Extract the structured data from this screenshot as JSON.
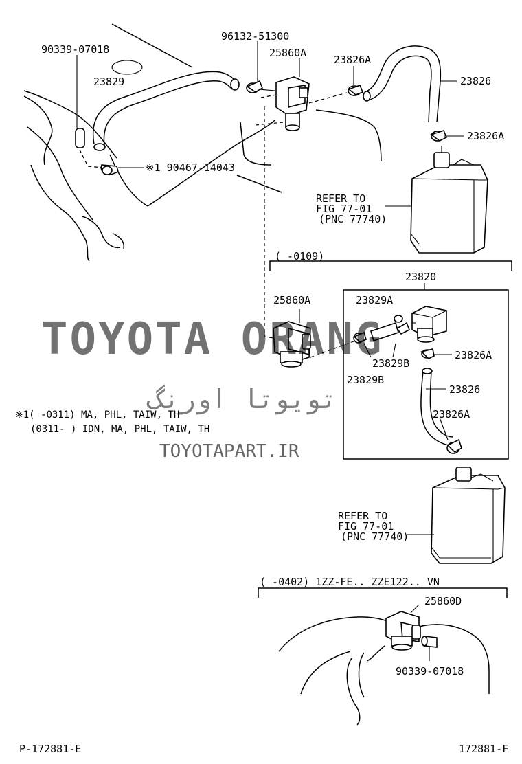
{
  "labels": {
    "p90339_top": "90339-07018",
    "p96132": "96132-51300",
    "p25860a_top": "25860A",
    "p23826a_top": "23826A",
    "p23829_top": "23829",
    "p23826_top": "23826",
    "p23826a_right": "23826A",
    "p90467": "※1 90467-14043",
    "refer1_line1": "REFER TO",
    "refer1_line2": "FIG 77-01",
    "refer1_line3": "(PNC 77740)",
    "range_0109": "(      -0109)",
    "p23820": "23820",
    "p25860a_mid": "25860A",
    "p23829a": "23829A",
    "p23826a_mid": "23826A",
    "p23829b_right": "23829B",
    "p23829b_left": "23829B",
    "p23826_mid": "23826",
    "p23826a_low": "23826A",
    "refer2_line1": "REFER TO",
    "refer2_line2": "FIG 77-01",
    "refer2_line3": "(PNC 77740)",
    "range_0402": "(      -0402) 1ZZ-FE.. ZZE122.. VN",
    "p25860d": "25860D",
    "p90339_bottom": "90339-07018"
  },
  "notes": {
    "line1": "※1(      -0311) MA, PHL, TAIW, TH",
    "line2": "(0311-       ) IDN, MA, PHL, TAIW, TH"
  },
  "watermark": {
    "brand": "TOYOTA ORANG",
    "persian": "تویوتا اورنگ",
    "site": "TOYOTAPART.IR"
  },
  "footer": {
    "left": "P-172881-E",
    "right": "172881-F"
  }
}
